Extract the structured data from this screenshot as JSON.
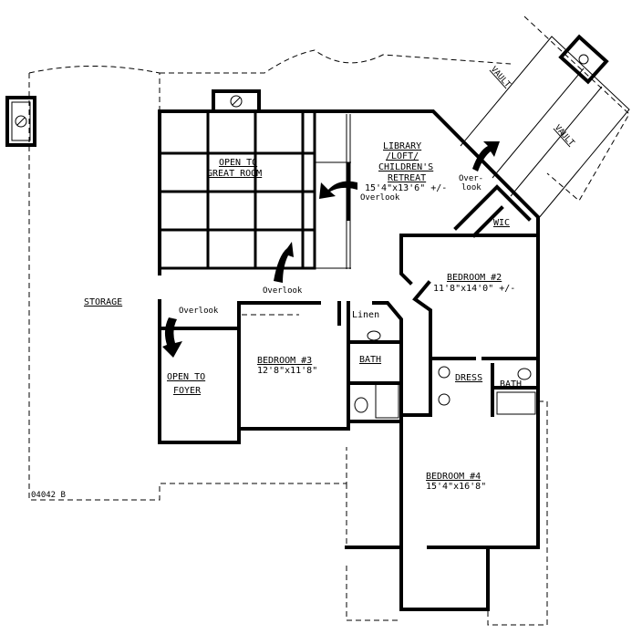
{
  "plan": {
    "code": "04042 B",
    "rooms": {
      "storage": "STORAGE",
      "open_great_1": "OPEN TO",
      "open_great_2": "GREAT ROOM",
      "library_1": "LIBRARY",
      "library_2": "/LOFT/",
      "library_3": "CHILDREN'S",
      "library_4": "RETREAT",
      "library_size": "15'4\"x13'6\" +/-",
      "wic": "WIC",
      "bedroom2": "BEDROOM #2",
      "bedroom2_size": "11'8\"x14'0\" +/-",
      "bedroom3": "BEDROOM #3",
      "bedroom3_size": "12'8\"x11'8\"",
      "bedroom4": "BEDROOM #4",
      "bedroom4_size": "15'4\"x16'8\"",
      "linen": "Linen",
      "bath": "BATH",
      "bath2": "BATH",
      "dress": "DRESS",
      "open_foyer_1": "OPEN TO",
      "open_foyer_2": "FOYER"
    },
    "annotations": {
      "overlook_stair": "Overlook",
      "overlook_great": "Overlook",
      "overlook_foyer": "Overlook",
      "overlook_vault_1": "Over-",
      "overlook_vault_2": "look",
      "vault_1": "VAULT",
      "vault_2": "VAULT"
    }
  }
}
